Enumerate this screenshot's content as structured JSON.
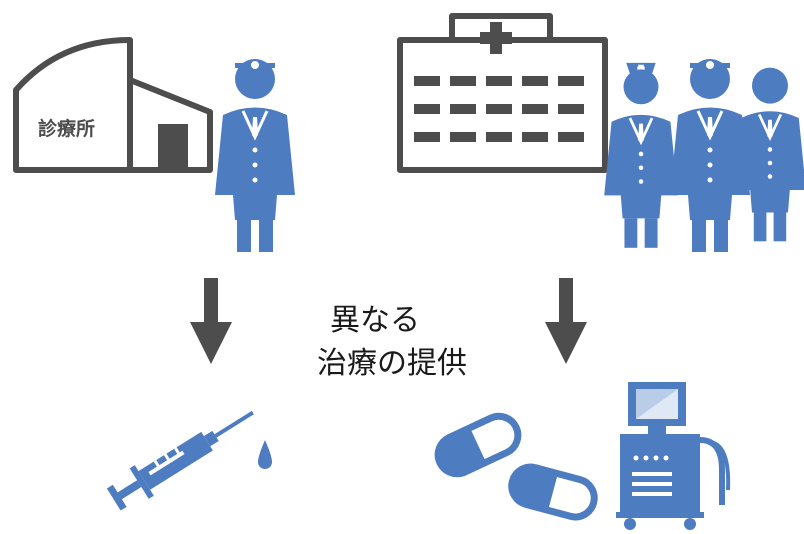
{
  "clinic": {
    "label": "診療所"
  },
  "caption": {
    "line1": "異なる",
    "line2": "治療の提供"
  },
  "colors": {
    "figure_blue": "#4e7cc0",
    "building_gray": "#4d4d4d",
    "text_dark": "#1a1a1a",
    "background": "#ffffff"
  },
  "icons": {
    "clinic": "clinic-building-icon",
    "hospital": "hospital-building-icon",
    "doctor": "doctor-icon",
    "nurse": "nurse-icon",
    "arrow": "down-arrow-icon",
    "syringe": "syringe-icon",
    "capsule": "capsule-icon",
    "machine": "medical-machine-icon"
  }
}
